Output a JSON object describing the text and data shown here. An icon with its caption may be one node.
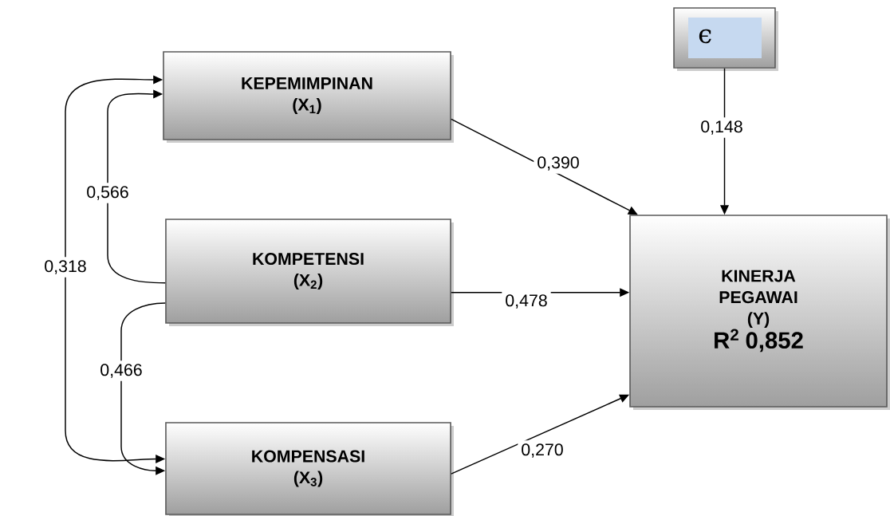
{
  "diagram": {
    "nodes": [
      {
        "text": [
          "KEPEMIMPINAN",
          "(X$_{1}$)"
        ]
      },
      {
        "text": [
          "KOMPETENSI",
          "(X$_{2}$)"
        ]
      },
      {
        "text": [
          "KOMPENSASI",
          "(X$_{3}$)"
        ]
      },
      {
        "text": [
          "KINERJA PEGAWAI",
          "(Y)",
          "R$^{2}$  0,852"
        ]
      },
      {
        "text": [
          "ϵ"
        ]
      }
    ],
    "edges": [
      {
        "from": 0,
        "to": 3,
        "arrow": "to",
        "label": "0,390"
      },
      {
        "from": 1,
        "to": 3,
        "arrow": "to",
        "label": "0,478"
      },
      {
        "from": 2,
        "to": 3,
        "arrow": "to",
        "label": "0,270"
      },
      {
        "from": 4,
        "to": 3,
        "arrow": "to",
        "label": "0,148"
      },
      {
        "from": 1,
        "to": 0,
        "arrow": "to",
        "label": "0,566"
      },
      {
        "from": 1,
        "to": 2,
        "arrow": "to",
        "label": "0,466"
      },
      {
        "from": 0,
        "to": 2,
        "arrow": "both",
        "label": "0,318"
      }
    ]
  }
}
